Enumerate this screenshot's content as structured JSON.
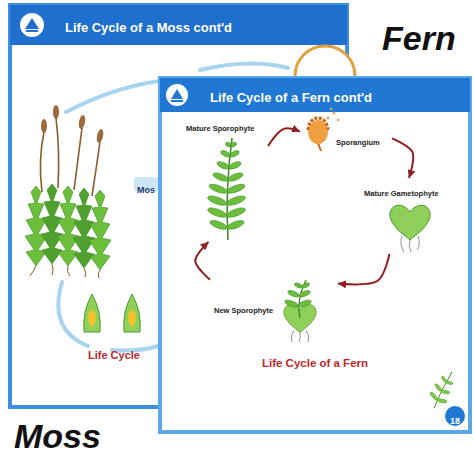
{
  "diagram": {
    "nodes": [
      {
        "text": [
          "Life Cycle of a Moss cont'd",
          "Life Cycle"
        ]
      },
      {
        "text": [
          "Mos"
        ],
        "in": 0
      },
      {
        "text": [
          "Life Cycle of a Fern cont'd",
          "Life Cycle of a Fern"
        ]
      },
      {
        "text": [
          "Mature Sporophyte"
        ],
        "in": 2
      },
      {
        "text": [
          "Sporangium"
        ],
        "in": 2
      },
      {
        "text": [
          "Mature Gametophyte"
        ],
        "in": 2
      },
      {
        "text": [
          "New Sporophyte"
        ],
        "in": 2
      }
    ],
    "edges": [
      {
        "from": 4,
        "to": 5,
        "arrow": "to"
      },
      {
        "from": 5,
        "to": 6,
        "arrow": "to"
      },
      {
        "from": 6,
        "to": 3,
        "arrow": "to"
      },
      {
        "from": 3,
        "to": 4,
        "arrow": "to"
      }
    ],
    "labels": [
      "Fern",
      "Moss",
      "18"
    ]
  }
}
